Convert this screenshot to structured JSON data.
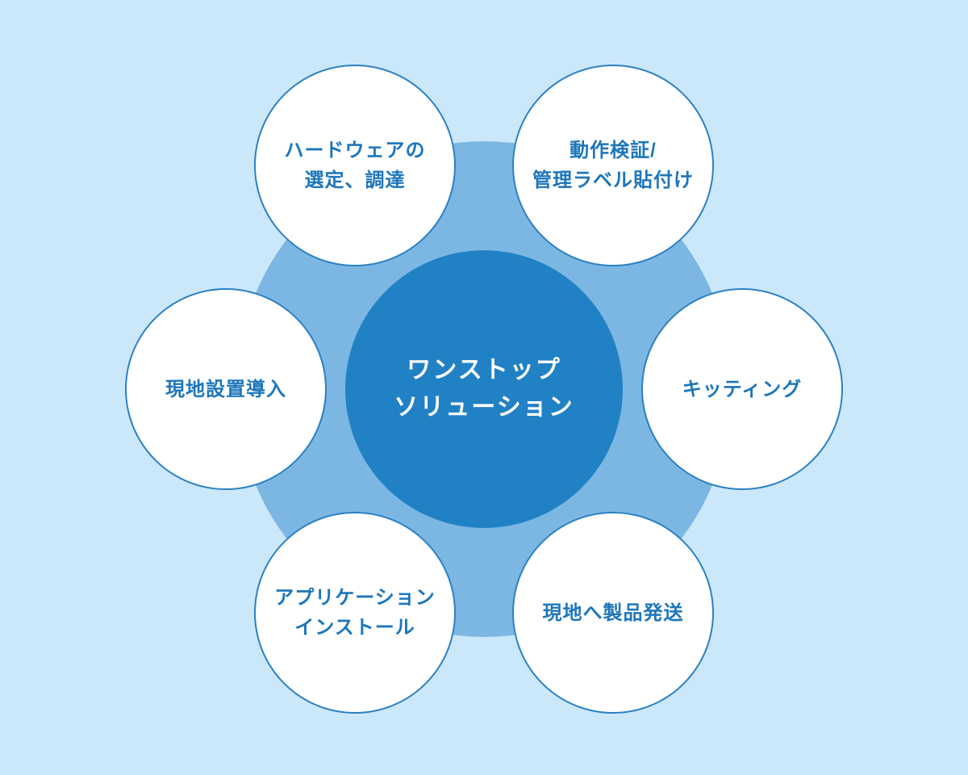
{
  "diagram": {
    "center": {
      "label_lines": [
        "ワンストップ",
        "ソリューション"
      ]
    },
    "satellites": [
      {
        "id": "hardware-selection",
        "position": "top-left",
        "label_lines": [
          "ハードウェアの",
          "選定、調達"
        ]
      },
      {
        "id": "verification-labeling",
        "position": "top-right",
        "label_lines": [
          "動作検証/",
          "管理ラベル貼付け"
        ]
      },
      {
        "id": "onsite-installation",
        "position": "left",
        "label_lines": [
          "現地設置導入"
        ]
      },
      {
        "id": "kitting",
        "position": "right",
        "label_lines": [
          "キッティング"
        ]
      },
      {
        "id": "application-install",
        "position": "bottom-left",
        "label_lines": [
          "アプリケーション",
          "インストール"
        ]
      },
      {
        "id": "product-shipping",
        "position": "bottom-right",
        "label_lines": [
          "現地へ製品発送"
        ]
      }
    ],
    "colors": {
      "background": "#cbe8fa",
      "halo": "#7cb7e3",
      "center_circle": "#2181c5",
      "circle_border": "#2b80c2",
      "label_text": "#1d76ba",
      "center_text": "#ffffff"
    }
  }
}
